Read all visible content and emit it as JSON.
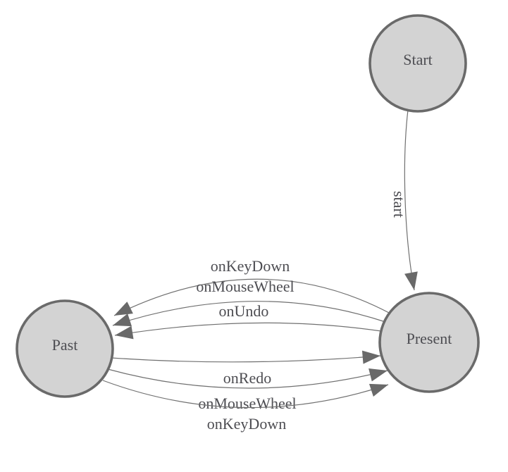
{
  "diagram": {
    "nodes": {
      "start": {
        "label": "Start"
      },
      "present": {
        "label": "Present"
      },
      "past": {
        "label": "Past"
      }
    },
    "edges": {
      "start_to_present": {
        "label": "start"
      },
      "present_to_past": {
        "labels": [
          "onKeyDown",
          "onMouseWheel",
          "onUndo"
        ]
      },
      "past_to_present": {
        "labels": [
          "onRedo",
          "onMouseWheel",
          "onKeyDown"
        ]
      }
    },
    "colors": {
      "background": "#ffffff",
      "node_fill": "#d3d3d3",
      "node_border": "#6a6a6a",
      "edge_line": "#707070",
      "arrowhead": "#696969",
      "text": "#4d4d52"
    }
  }
}
